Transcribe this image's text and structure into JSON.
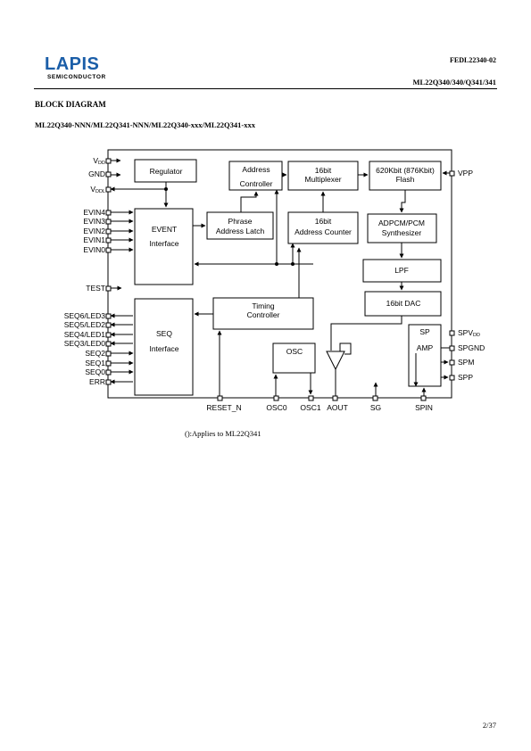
{
  "header": {
    "logo_text": "LAPIS",
    "logo_sub": "SEMICONDUCTOR",
    "doc_number": "FEDL22340-02",
    "part_number": "ML22Q340/340/Q341/341"
  },
  "section": {
    "title": "BLOCK DIAGRAM",
    "variants": "ML22Q340-NNN/ML22Q341-NNN/ML22Q340-xxx/ML22Q341-xxx"
  },
  "diagram": {
    "blocks": {
      "regulator": [
        "Regulator"
      ],
      "address_controller": [
        "Address",
        "Controller"
      ],
      "multiplexer": [
        "16bit",
        "Multiplexer"
      ],
      "flash": [
        "620Kbit (876Kbit)",
        "Flash"
      ],
      "event_interface": [
        "EVENT",
        "Interface"
      ],
      "phrase_latch": [
        "Phrase",
        "Address Latch"
      ],
      "address_counter": [
        "16bit",
        "Address Counter"
      ],
      "synthesizer": [
        "ADPCM/PCM",
        "Synthesizer"
      ],
      "lpf": [
        "LPF"
      ],
      "dac": [
        "16bit DAC"
      ],
      "timing_controller": [
        "Timing",
        "Controller"
      ],
      "seq_interface": [
        "SEQ",
        "Interface"
      ],
      "osc": [
        "OSC"
      ],
      "sp_amp": [
        "SP",
        "AMP"
      ]
    },
    "pins_left": {
      "vdd": "V",
      "vdd_sub": "DD",
      "gnd": "GND",
      "vddl": "V",
      "vddl_sub": "DDL",
      "event": [
        "EVIN4",
        "EVIN3",
        "EVIN2",
        "EVIN1",
        "EVIN0"
      ],
      "test": "TEST",
      "seq": [
        "SEQ6/LED3",
        "SEQ5/LED2",
        "SEQ4/LED1",
        "SEQ3/LED0",
        "SEQ2",
        "SEQ1",
        "SEQ0",
        "ERR"
      ]
    },
    "pins_right": {
      "vpp": "VPP",
      "spvdd": "SPV",
      "spvdd_sub": "DD",
      "spgnd": "SPGND",
      "spm": "SPM",
      "spp": "SPP"
    },
    "pins_bottom": [
      "RESET_N",
      "OSC0",
      "OSC1",
      "AOUT",
      "SG",
      "SPIN"
    ]
  },
  "footnote": "():Applies to ML22Q341",
  "page": "2/37"
}
